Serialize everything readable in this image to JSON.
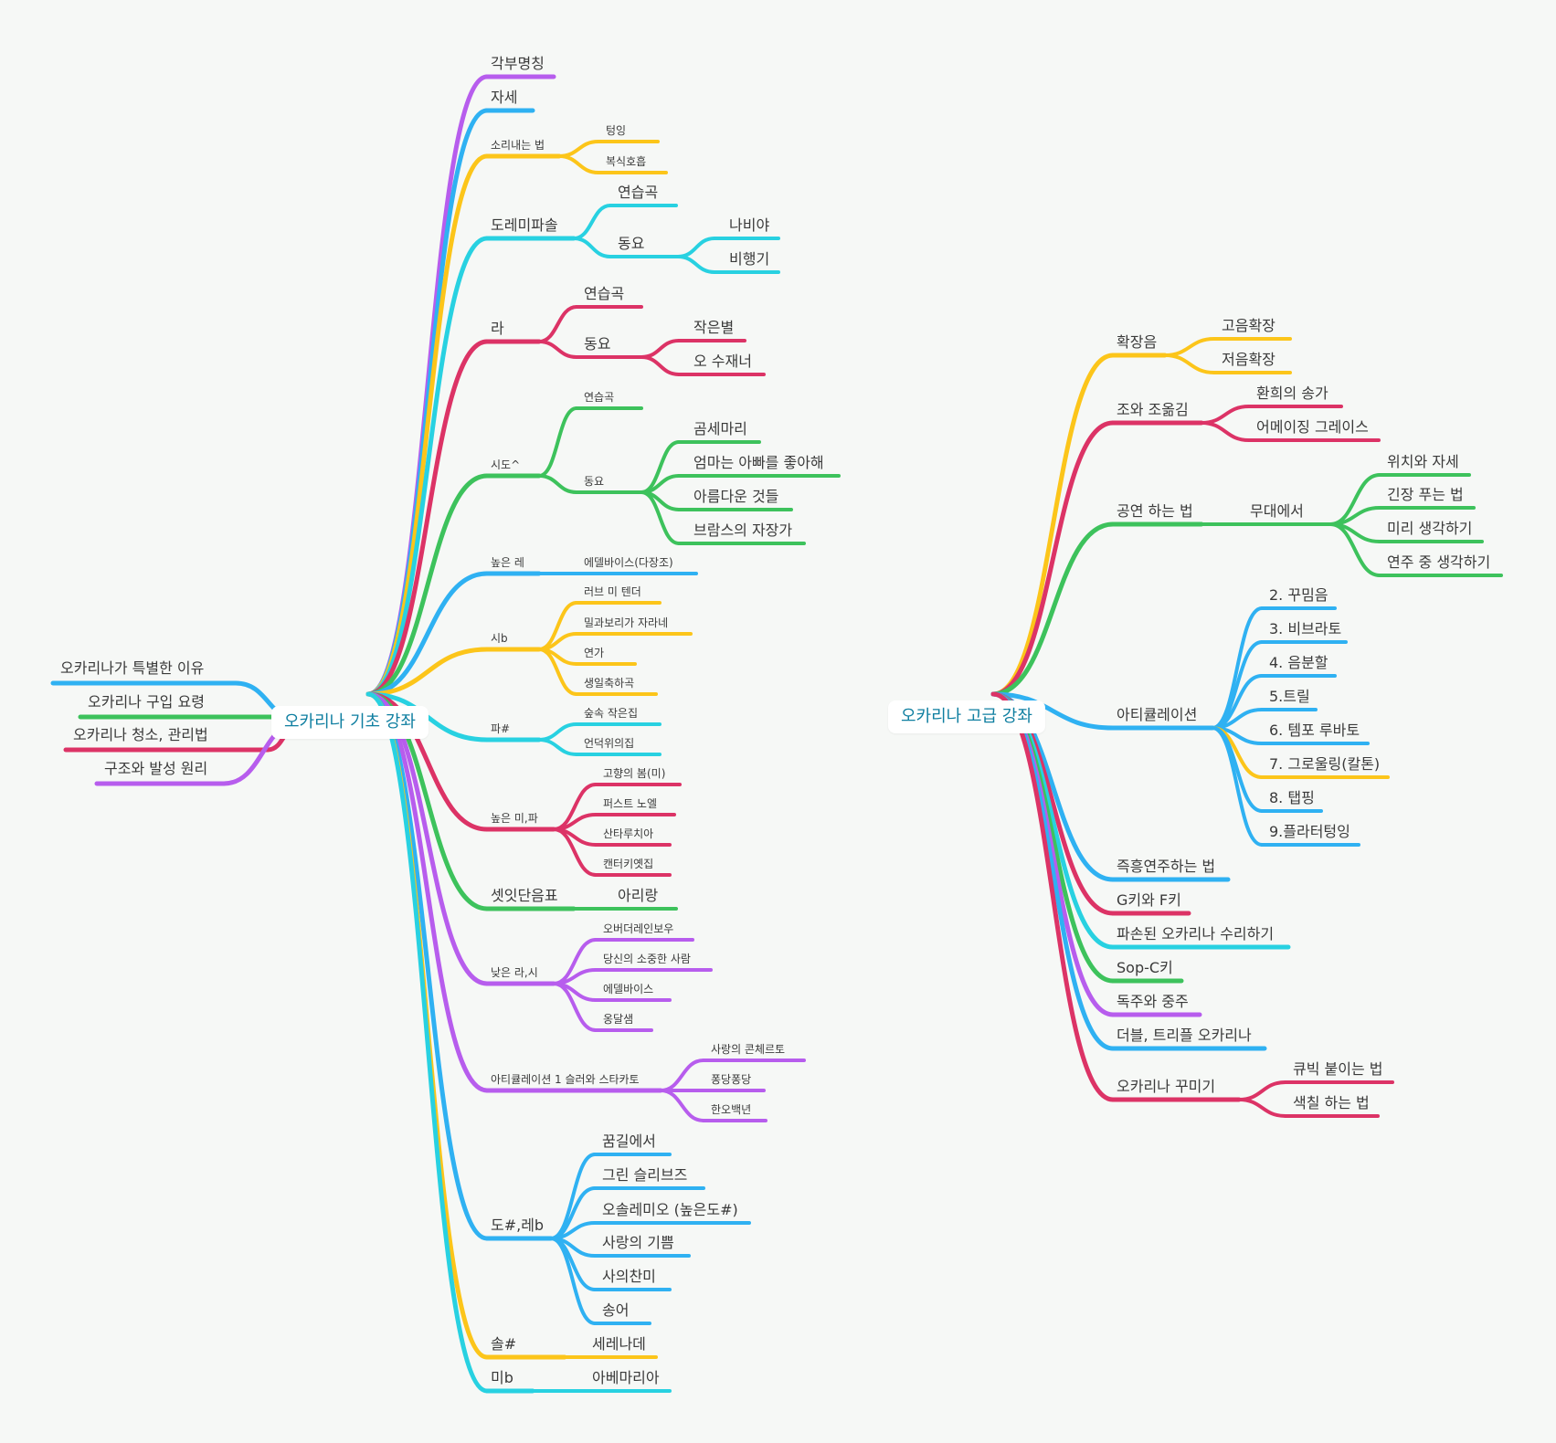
{
  "colors": {
    "purple": "#b75ded",
    "blue": "#2fb1f2",
    "yellow": "#fcc51a",
    "cyan": "#28d1e1",
    "crimson": "#dc3366",
    "green": "#3dc25c",
    "root_text": "#0e7ea0",
    "background": "#f6f8f6"
  },
  "roots": {
    "basic": "오카리나 기초 강좌",
    "advanced": "오카리나 고급 강좌"
  },
  "basic_left": [
    "오카리나가 특별한 이유",
    "오카리나 구입 요령",
    "오카리나 청소, 관리법",
    "구조와 발성 원리"
  ],
  "basic_right": [
    {
      "label": "각부명칭"
    },
    {
      "label": "자세"
    },
    {
      "label": "소리내는 법",
      "children": [
        {
          "label": "텅잉"
        },
        {
          "label": "복식호흡"
        }
      ]
    },
    {
      "label": "도레미파솔",
      "children": [
        {
          "label": "연습곡"
        },
        {
          "label": "동요",
          "children": [
            {
              "label": "나비야"
            },
            {
              "label": "비행기"
            }
          ]
        }
      ]
    },
    {
      "label": "라",
      "children": [
        {
          "label": "연습곡"
        },
        {
          "label": "동요",
          "children": [
            {
              "label": "작은별"
            },
            {
              "label": "오 수재너"
            }
          ]
        }
      ]
    },
    {
      "label": "시도^",
      "children": [
        {
          "label": "연습곡"
        },
        {
          "label": "동요",
          "children": [
            {
              "label": "곰세마리"
            },
            {
              "label": "엄마는 아빠를 좋아해"
            },
            {
              "label": "아름다운 것들"
            },
            {
              "label": "브람스의 자장가"
            }
          ]
        }
      ]
    },
    {
      "label": "높은 레",
      "children": [
        {
          "label": "에델바이스(다장조)"
        }
      ]
    },
    {
      "label": "시b",
      "children": [
        {
          "label": "러브 미 텐더"
        },
        {
          "label": "밀과보리가 자라네"
        },
        {
          "label": "연가"
        },
        {
          "label": "생일축하곡"
        }
      ]
    },
    {
      "label": "파#",
      "children": [
        {
          "label": "숲속 작은집"
        },
        {
          "label": "언덕위의집"
        }
      ]
    },
    {
      "label": "높은 미,파",
      "children": [
        {
          "label": "고향의 봄(미)"
        },
        {
          "label": "퍼스트 노엘"
        },
        {
          "label": "산타루치아"
        },
        {
          "label": "캔터키옛집"
        }
      ]
    },
    {
      "label": "셋잇단음표",
      "children": [
        {
          "label": "아리랑"
        }
      ]
    },
    {
      "label": "낮은 라,시",
      "children": [
        {
          "label": "오버더레인보우"
        },
        {
          "label": "당신의 소중한 사람"
        },
        {
          "label": "에델바이스"
        },
        {
          "label": "옹달샘"
        }
      ]
    },
    {
      "label": "아티큘레이션 1 슬러와 스타카토",
      "children": [
        {
          "label": "사랑의 콘체르토"
        },
        {
          "label": "퐁당퐁당"
        },
        {
          "label": "한오백년"
        }
      ]
    },
    {
      "label": "도#,레b",
      "children": [
        {
          "label": "꿈길에서"
        },
        {
          "label": "그린 슬리브즈"
        },
        {
          "label": "오솔레미오 (높은도#)"
        },
        {
          "label": "사랑의 기쁨"
        },
        {
          "label": "사의찬미"
        },
        {
          "label": "송어"
        }
      ]
    },
    {
      "label": "솔#",
      "children": [
        {
          "label": "세레나데"
        }
      ]
    },
    {
      "label": "미b",
      "children": [
        {
          "label": "아베마리아"
        }
      ]
    }
  ],
  "advanced_right": [
    {
      "label": "확장음",
      "children": [
        {
          "label": "고음확장"
        },
        {
          "label": "저음확장"
        }
      ]
    },
    {
      "label": "조와 조옮김",
      "children": [
        {
          "label": "환희의 송가"
        },
        {
          "label": "어메이징 그레이스"
        }
      ]
    },
    {
      "label": "공연 하는 법",
      "children": [
        {
          "label": "무대에서",
          "children": [
            {
              "label": "위치와 자세"
            },
            {
              "label": "긴장 푸는 법"
            },
            {
              "label": "미리 생각하기"
            },
            {
              "label": "연주 중 생각하기"
            }
          ]
        }
      ]
    },
    {
      "label": "아티큘레이션",
      "children": [
        {
          "label": "2. 꾸밈음"
        },
        {
          "label": "3. 비브라토"
        },
        {
          "label": "4. 음분할"
        },
        {
          "label": "5.트릴"
        },
        {
          "label": "6. 템포 루바토"
        },
        {
          "label": "7. 그로울링(칼톤)"
        },
        {
          "label": "8. 탭핑"
        },
        {
          "label": "9.플라터텅잉"
        }
      ]
    },
    {
      "label": "즉흥연주하는 법"
    },
    {
      "label": "G키와 F키"
    },
    {
      "label": "파손된 오카리나 수리하기"
    },
    {
      "label": "Sop-C키"
    },
    {
      "label": "독주와 중주"
    },
    {
      "label": "더블, 트리플 오카리나"
    },
    {
      "label": "오카리나 꾸미기",
      "children": [
        {
          "label": "큐빅 붙이는 법"
        },
        {
          "label": "색칠 하는 법"
        }
      ]
    }
  ]
}
